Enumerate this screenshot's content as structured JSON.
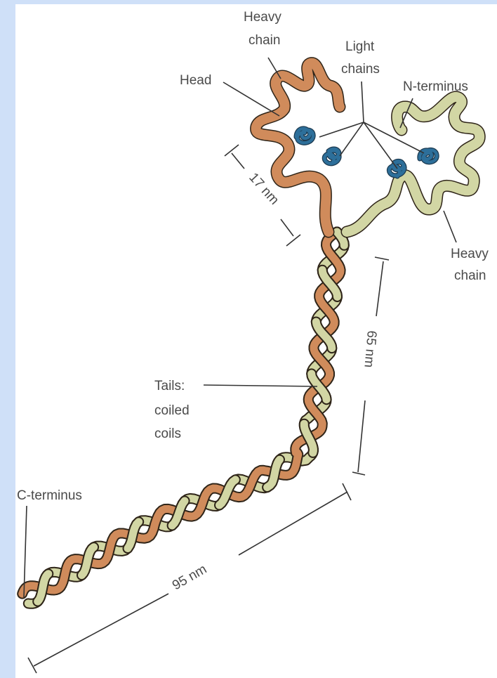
{
  "labels": {
    "heavy_chain_top": [
      "Heavy",
      "chain"
    ],
    "head": "Head",
    "light_chains": [
      "Light",
      "chains"
    ],
    "n_terminus": "N-terminus",
    "heavy_chain_right": [
      "Heavy",
      "chain"
    ],
    "dim_17": "17 nm",
    "dim_65": "65 nm",
    "dim_95": "95 nm",
    "tails": [
      "Tails:",
      "coiled",
      "coils"
    ],
    "c_terminus": "C-terminus"
  },
  "colors": {
    "background": "#cfe0f8",
    "heavy_chain_1": "#d08b5b",
    "heavy_chain_2": "#d2d6a4",
    "light_chain": "#2d6f9a",
    "outline": "#2e2418"
  }
}
